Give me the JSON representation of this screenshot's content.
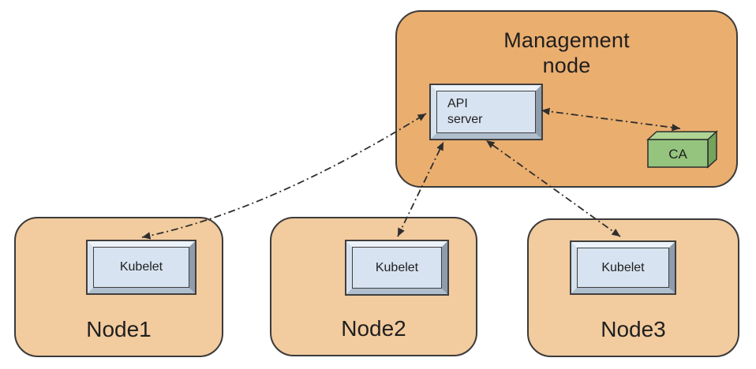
{
  "diagram": {
    "management_node": {
      "label": "Management node",
      "fill": "#EAAE6F",
      "components": {
        "api_server": {
          "label": "API server",
          "face_fill": "#D7E3F0"
        },
        "ca": {
          "label": "CA",
          "front_fill": "#94C47D",
          "top_fill": "#AFD494",
          "side_fill": "#74A35C"
        }
      }
    },
    "worker_nodes": [
      {
        "label": "Node1",
        "component_label": "Kubelet"
      },
      {
        "label": "Node2",
        "component_label": "Kubelet"
      },
      {
        "label": "Node3",
        "component_label": "Kubelet"
      }
    ],
    "worker_fill": "#F2CB9E",
    "connections": [
      {
        "from": "API server",
        "to": "Kubelet (Node1)",
        "style": "dash-dot",
        "bidirectional": true
      },
      {
        "from": "API server",
        "to": "Kubelet (Node2)",
        "style": "dash-dot",
        "bidirectional": true
      },
      {
        "from": "API server",
        "to": "Kubelet (Node3)",
        "style": "dash-dot",
        "bidirectional": true
      },
      {
        "from": "API server",
        "to": "CA",
        "style": "dash-dot",
        "bidirectional": true
      }
    ]
  }
}
